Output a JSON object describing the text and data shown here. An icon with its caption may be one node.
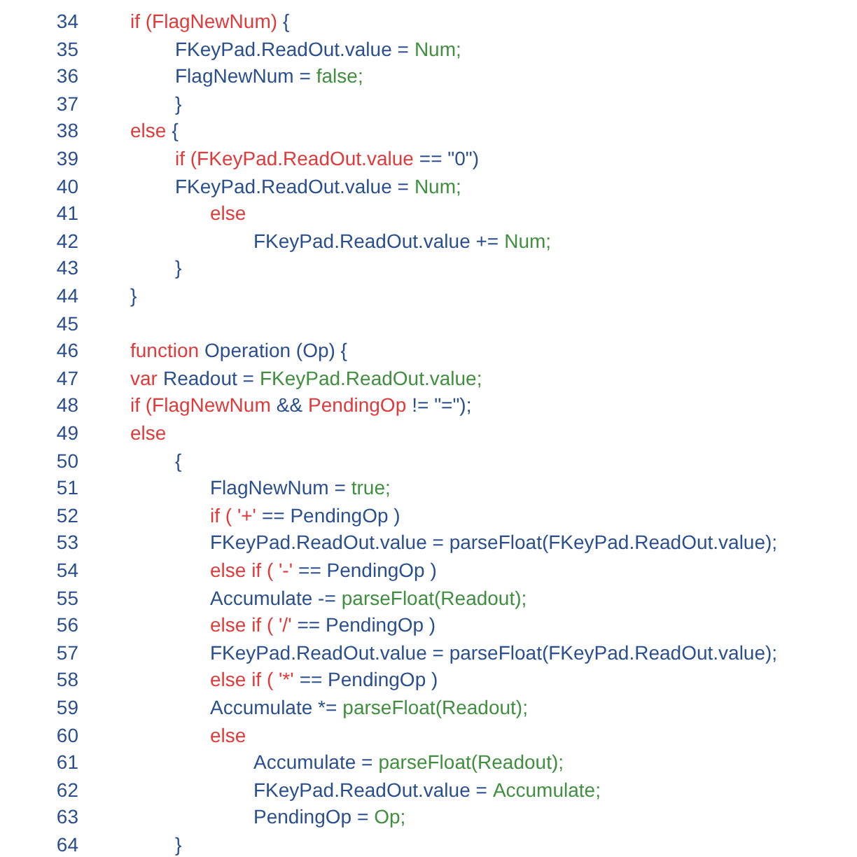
{
  "diagram": {
    "labels": [
      "34",
      "if (FlagNewNum)",
      "{",
      "35",
      "FKeyPad.ReadOut.value  =",
      "Num;",
      "36",
      "FlagNewNum =",
      "false;",
      "37",
      "}",
      "38",
      "else",
      "{",
      "39",
      "if (FKeyPad.ReadOut.value",
      "== \"0\")",
      "40",
      "FKeyPad.ReadOut.value =",
      "Num;",
      "41",
      "else",
      "42",
      "FKeyPad.ReadOut.value +=",
      "Num;",
      "43",
      "}",
      "44",
      "}",
      "45",
      "46",
      "function",
      "Operation (Op) {",
      "47",
      "var",
      "Readout =",
      "FKeyPad.ReadOut.value;",
      "48",
      "if (FlagNewNum",
      "&&",
      "PendingOp",
      "!= \"=\");",
      "49",
      "else",
      "50",
      "{",
      "51",
      "FlagNewNum =",
      "true;",
      "52",
      "if ( '+'",
      "== PendingOp )",
      "53",
      "FKeyPad.ReadOut.value = parseFloat(FKeyPad.ReadOut.value);",
      "54",
      "else if ( '-'",
      "== PendingOp )",
      "55",
      "Accumulate -=",
      "parseFloat(Readout);",
      "56",
      "else if ( '/'",
      "== PendingOp )",
      "57",
      "FKeyPad.ReadOut.value = parseFloat(FKeyPad.ReadOut.value);",
      "58",
      "else if ( '*'",
      "== PendingOp )",
      "59",
      "Accumulate *=",
      "parseFloat(Readout);",
      "60",
      "else",
      "61",
      "Accumulate =",
      "parseFloat(Readout);",
      "62",
      "FKeyPad.ReadOut.value =",
      "Accumulate;",
      "63",
      "PendingOp =",
      "Op;",
      "64",
      "}"
    ]
  }
}
